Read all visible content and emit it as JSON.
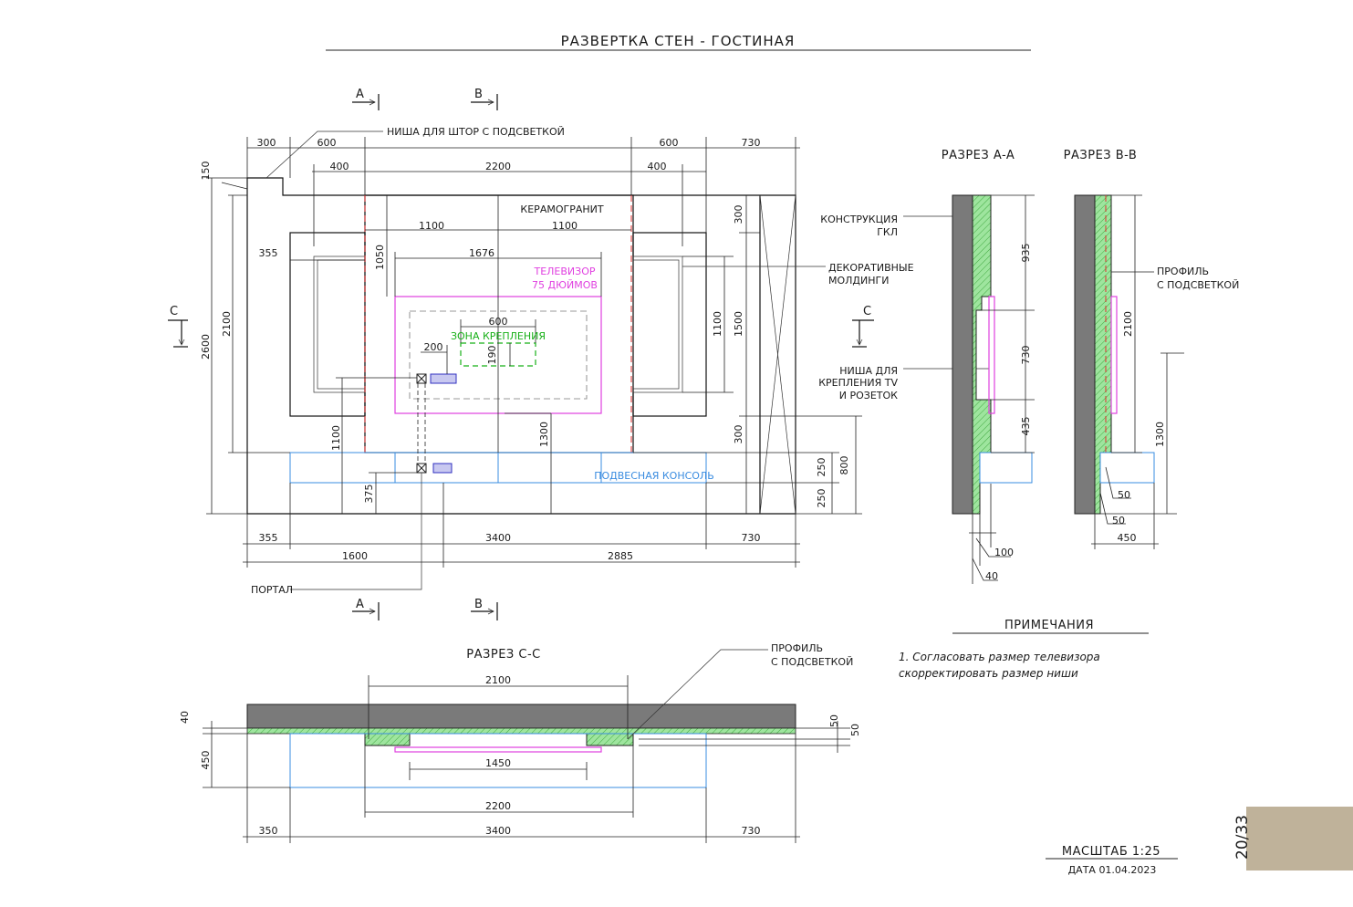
{
  "title": "РАЗВЕРТКА СТЕН - ГОСТИНАЯ",
  "sheet": {
    "scale": "МАСШТАБ 1:25",
    "date": "ДАТА 01.04.2023",
    "page": "20/33",
    "tab_color": "#bfb29a"
  },
  "section_markers": {
    "a": "A",
    "b": "B",
    "c": "C"
  },
  "elevation": {
    "labels": {
      "curtain_niche": "НИША ДЛЯ ШТОР С ПОДСВЕТКОЙ",
      "porcelain": "КЕРАМОГРАНИТ",
      "tv": [
        "ТЕЛЕВИЗОР",
        "75 ДЮЙМОВ"
      ],
      "mount_zone": "ЗОНА КРЕПЛЕНИЯ",
      "console": "ПОДВЕСНАЯ КОНСОЛЬ",
      "portal": "ПОРТАЛ",
      "gkl": [
        "КОНСТРУКЦИЯ",
        "ГКЛ"
      ],
      "moldings": [
        "ДЕКОРАТИВНЫЕ",
        "МОЛДИНГИ"
      ],
      "tv_niche": [
        "НИША ДЛЯ",
        "КРЕПЛЕНИЯ TV",
        "И РОЗЕТОК"
      ]
    },
    "dims": {
      "d300": "300",
      "d600a": "600",
      "d600b": "600",
      "d730a": "730",
      "d400a": "400",
      "d2200": "2200",
      "d400b": "400",
      "d1100a": "1100",
      "d1100b": "1100",
      "d355": "355",
      "d1676": "1676",
      "d150": "150",
      "d2600": "2600",
      "d2100": "2100",
      "d1050": "1050",
      "d600c": "600",
      "d200": "200",
      "d190": "190",
      "d1100c": "1100",
      "d1300": "1300",
      "d375": "375",
      "d300r1": "300",
      "d1500": "1500",
      "d1100r": "1100",
      "d300r2": "300",
      "d250a": "250",
      "d250b": "250",
      "d800": "800",
      "b355": "355",
      "b3400": "3400",
      "b730": "730",
      "b1600": "1600",
      "b2885": "2885"
    },
    "colors": {
      "tv": "#e040e0",
      "mount": "#18b018",
      "console": "#3a8ce0",
      "axis": "#e03030"
    }
  },
  "section_aa": {
    "title": "РАЗРЕЗ A-A",
    "dims": {
      "d935": "935",
      "d730": "730",
      "d435": "435",
      "d100": "100",
      "d40": "40"
    }
  },
  "section_bb": {
    "title": "РАЗРЕЗ B-B",
    "label": [
      "ПРОФИЛЬ",
      "С ПОДСВЕТКОЙ"
    ],
    "dims": {
      "d2100": "2100",
      "d1300": "1300",
      "d50a": "50",
      "d50b": "50",
      "d450": "450"
    }
  },
  "section_cc": {
    "title": "РАЗРЕЗ C-C",
    "label": [
      "ПРОФИЛЬ",
      "С ПОДСВЕТКОЙ"
    ],
    "dims": {
      "d2100": "2100",
      "d40": "40",
      "d450": "450",
      "d1450": "1450",
      "d2200": "2200",
      "d350": "350",
      "d3400": "3400",
      "d730": "730",
      "d50a": "50",
      "d50b": "50"
    }
  },
  "notes": {
    "title": "ПРИМЕЧАНИЯ",
    "items": [
      "1.     Согласовать размер телевизора",
      "скорректировать размер ниши"
    ]
  }
}
